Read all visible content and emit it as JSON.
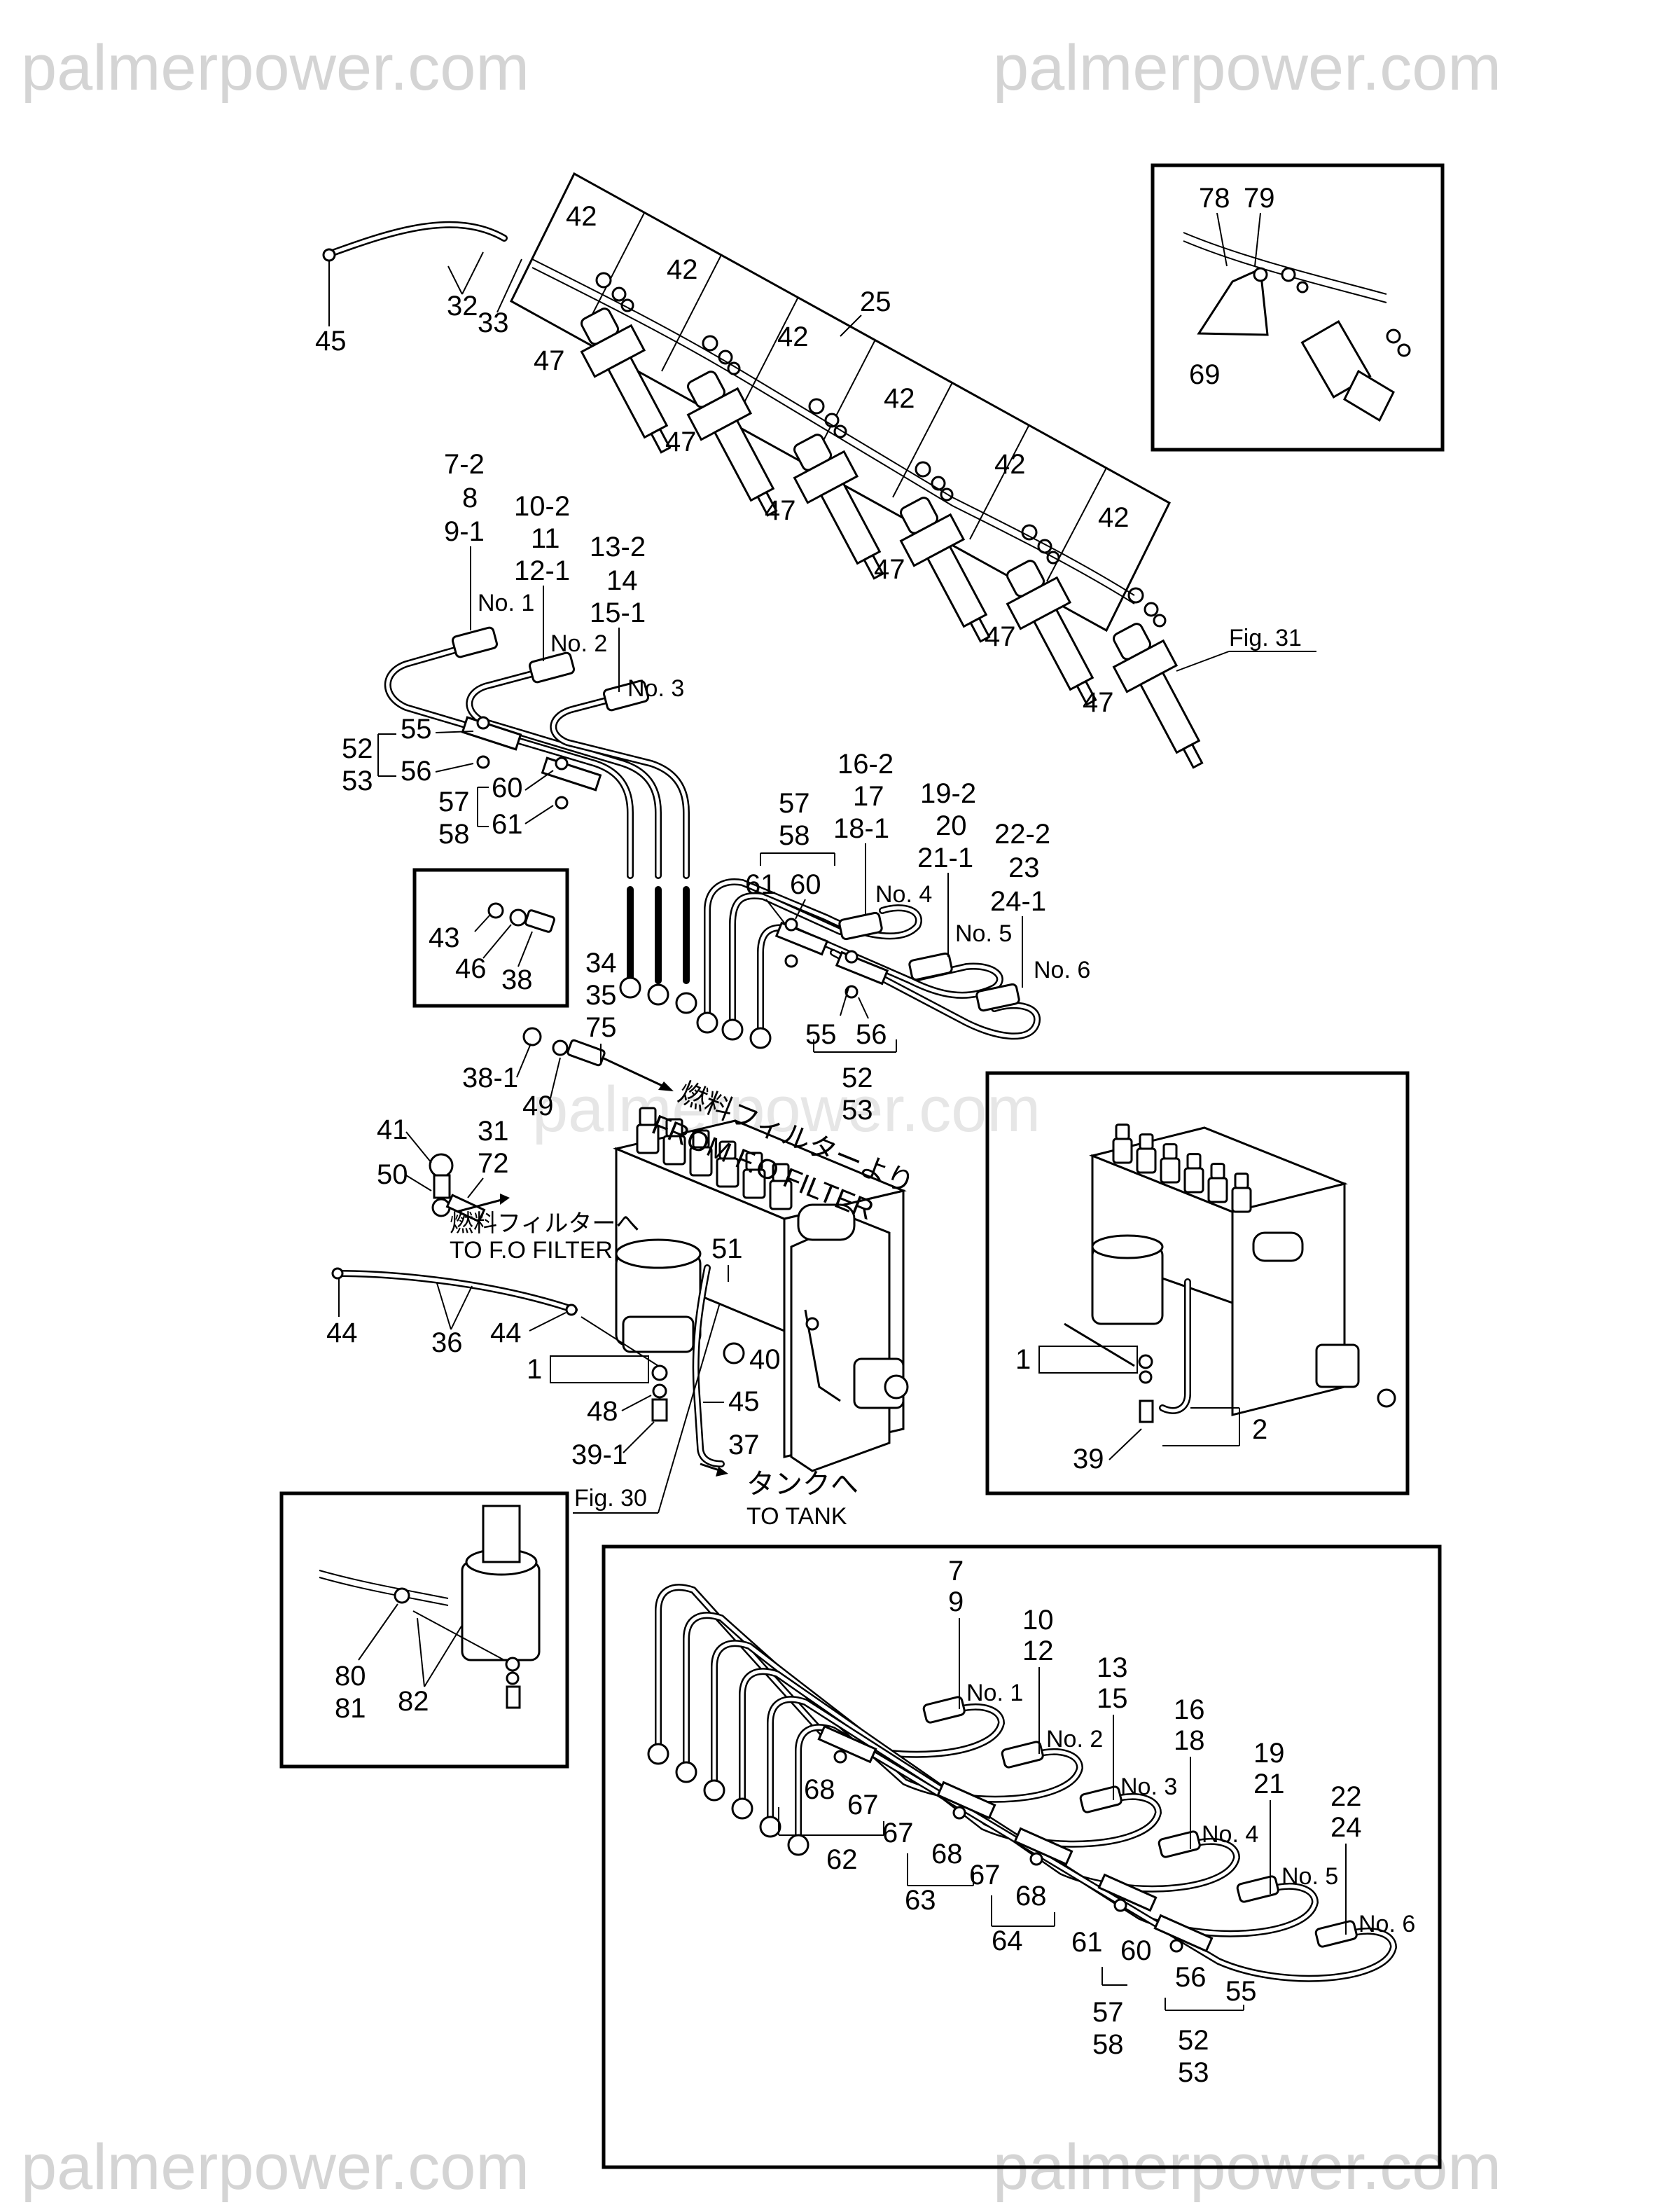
{
  "watermarks": {
    "top_left": "palmerpower.com",
    "top_right": "palmerpower.com",
    "center": "palmerpower.com",
    "bottom_left": "palmerpower.com",
    "bottom_right": "palmerpower.com"
  },
  "injectors": {
    "callout_25": "25",
    "callout_42": "42",
    "callout_47": "47",
    "callout_32": "32",
    "callout_33": "33",
    "callout_45": "45",
    "fig_ref": "Fig. 31"
  },
  "inset_top_right": {
    "p78": "78",
    "p79": "79",
    "p69": "69"
  },
  "high_pressure_pipes": {
    "no1": "No. 1",
    "no2": "No. 2",
    "no3": "No. 3",
    "no4": "No. 4",
    "no5": "No. 5",
    "no6": "No. 6",
    "g1": [
      "7-2",
      "8",
      "9-1"
    ],
    "g2": [
      "10-2",
      "11",
      "12-1"
    ],
    "g3": [
      "13-2",
      "14",
      "15-1"
    ],
    "g4": [
      "16-2",
      "17",
      "18-1"
    ],
    "g5": [
      "19-2",
      "20",
      "21-1"
    ],
    "g6": [
      "22-2",
      "23",
      "24-1"
    ],
    "c55": "55",
    "c56": "56",
    "c52": "52",
    "c53": "53",
    "c60": "60",
    "c61": "61",
    "c57": "57",
    "c58": "58"
  },
  "inset_small": {
    "p43": "43",
    "p46": "46",
    "p38": "38"
  },
  "pump": {
    "c34": "34",
    "c35": "35",
    "c75": "75",
    "c38_1": "38-1",
    "c49": "49",
    "c41": "41",
    "c50": "50",
    "c31": "31",
    "c72": "72",
    "c51": "51",
    "c40": "40",
    "c45": "45",
    "c37": "37",
    "c44a": "44",
    "c36": "36",
    "c44b": "44",
    "c1": "1",
    "c48": "48",
    "c39_1": "39-1",
    "from_jp": "燃料フィルターより",
    "from_en": "FROM F.O FILTER",
    "to_filter_jp": "燃料フィルターへ",
    "to_filter_en": "TO F.O FILTER",
    "tank_jp": "タンクへ",
    "tank_en": "TO TANK",
    "fig_ref": "Fig. 30"
  },
  "inset_pump": {
    "c1": "1",
    "c2": "2",
    "c39": "39"
  },
  "inset_filter": {
    "c80": "80",
    "c81": "81",
    "c82": "82"
  },
  "inset_bottom": {
    "no1": "No. 1",
    "no2": "No. 2",
    "no3": "No. 3",
    "no4": "No. 4",
    "no5": "No. 5",
    "no6": "No. 6",
    "g1": [
      "7",
      "9"
    ],
    "g2": [
      "10",
      "12"
    ],
    "g3": [
      "13",
      "15"
    ],
    "g4": [
      "16",
      "18"
    ],
    "g5": [
      "19",
      "21"
    ],
    "g6": [
      "22",
      "24"
    ],
    "c62": "62",
    "c63": "63",
    "c64": "64",
    "c67": "67",
    "c68": "68",
    "c61": "61",
    "c60": "60",
    "c57": "57",
    "c58": "58",
    "c56": "56",
    "c55": "55",
    "c52": "52",
    "c53": "53"
  }
}
